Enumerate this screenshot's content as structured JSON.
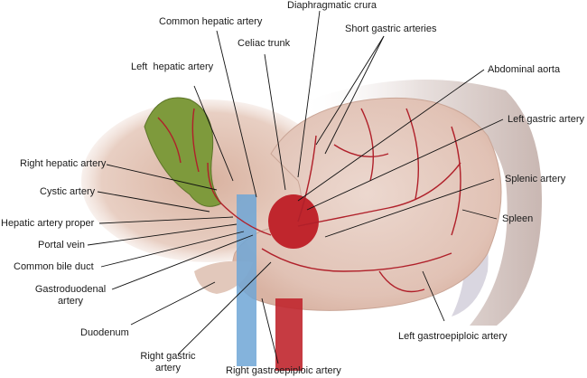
{
  "figure": {
    "subject": "Arterial blood supply of the stomach",
    "labels": {
      "diaphragmatic_crura": "Diaphragmatic crura",
      "common_hepatic_artery": "Common hepatic artery",
      "short_gastric_arteries": "Short gastric arteries",
      "celiac_trunk": "Celiac trunk",
      "left_hepatic_artery": "Left  hepatic artery",
      "abdominal_aorta": "Abdominal aorta",
      "left_gastric_artery": "Left gastric artery",
      "right_hepatic_artery": "Right hepatic artery",
      "cystic_artery": "Cystic artery",
      "hepatic_artery_proper": "Hepatic artery proper",
      "portal_vein": "Portal vein",
      "common_bile_duct": "Common bile duct",
      "gastroduodenal_artery_line1": "Gastroduodenal",
      "gastroduodenal_artery_line2": "artery",
      "splenic_artery": "Splenic artery",
      "spleen": "Spleen",
      "duodenum": "Duodenum",
      "right_gastric_artery_line1": "Right gastric",
      "right_gastric_artery_line2": "artery",
      "right_gastroepiploic_artery": "Right gastroepiploic artery",
      "left_gastroepiploic_artery": "Left gastroepiploic artery"
    },
    "colors": {
      "artery": "#c0262d",
      "vein": "#6fa6d6",
      "gallbladder": "#7e9a3c",
      "tissue": "#dcb8a8",
      "stomach": "#e6cfc4",
      "leader": "#111111"
    }
  }
}
